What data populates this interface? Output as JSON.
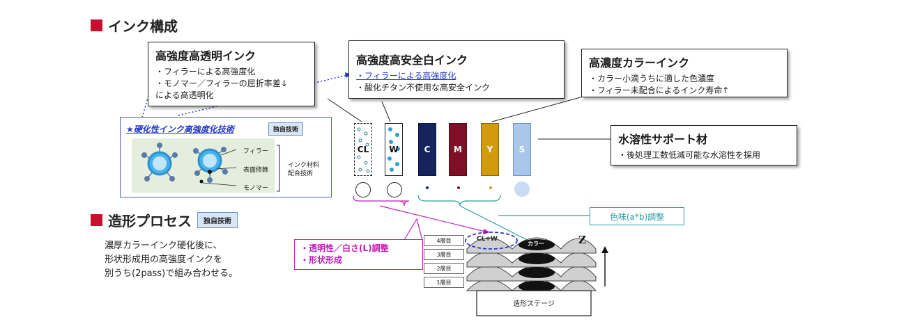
{
  "section_ink": {
    "title": "インク構成"
  },
  "section_process": {
    "title": "造形プロセス",
    "badge": "独自技術",
    "description": [
      "濃厚カラーインク硬化後に、",
      "形状形成用の高強度インクを",
      "別うち(2pass)で組み合わせる。"
    ]
  },
  "callout_clear": {
    "title": "高強度高透明インク",
    "lines": [
      "・フィラーによる高強度化",
      "・モノマー／フィラーの屈折率差↓",
      "による高透明化"
    ]
  },
  "callout_white": {
    "title": "高強度高安全白インク",
    "lines": [
      "・フィラーによる高強度化",
      "・酸化チタン不使用な高安全インク"
    ]
  },
  "callout_color": {
    "title": "高濃度カラーインク",
    "lines": [
      "・カラー小滴うちに適した色濃度",
      "・フィラー未配合によるインク寿命↑"
    ]
  },
  "callout_support": {
    "title": "水溶性サポート材",
    "lines": [
      "・後処理工数低減可能な水溶性を採用"
    ]
  },
  "tech_box": {
    "title": "★硬化性インク高強度化技術",
    "badge": "独自技術",
    "labels": {
      "filler": "フィラー",
      "surface": "表面修飾",
      "monomer": "モノマー",
      "material": [
        "インク材料",
        "配合技術"
      ]
    }
  },
  "inks": [
    {
      "label": "CL",
      "color": "#ffffff"
    },
    {
      "label": "W",
      "color": "#ffffff"
    },
    {
      "label": "C",
      "color": "#16245e"
    },
    {
      "label": "M",
      "color": "#7d1026"
    },
    {
      "label": "Y",
      "color": "#d19b0b"
    },
    {
      "label": "S",
      "color": "#a9c7ea"
    }
  ],
  "process_callouts": {
    "magenta": [
      "・透明性／白さ(L)調整",
      "・形状形成"
    ],
    "teal": "色味(a*b)調整"
  },
  "stage": {
    "layers": [
      "4層目",
      "3層目",
      "2層目",
      "1層目"
    ],
    "base": "造形ステージ",
    "cl_w": "CL+W",
    "color": "カラー",
    "z": "Z"
  },
  "colors": {
    "accent_red": "#c8102e",
    "magenta": "#c21fb4",
    "teal": "#2a9ca6",
    "blue_dotted": "#2336c9"
  }
}
